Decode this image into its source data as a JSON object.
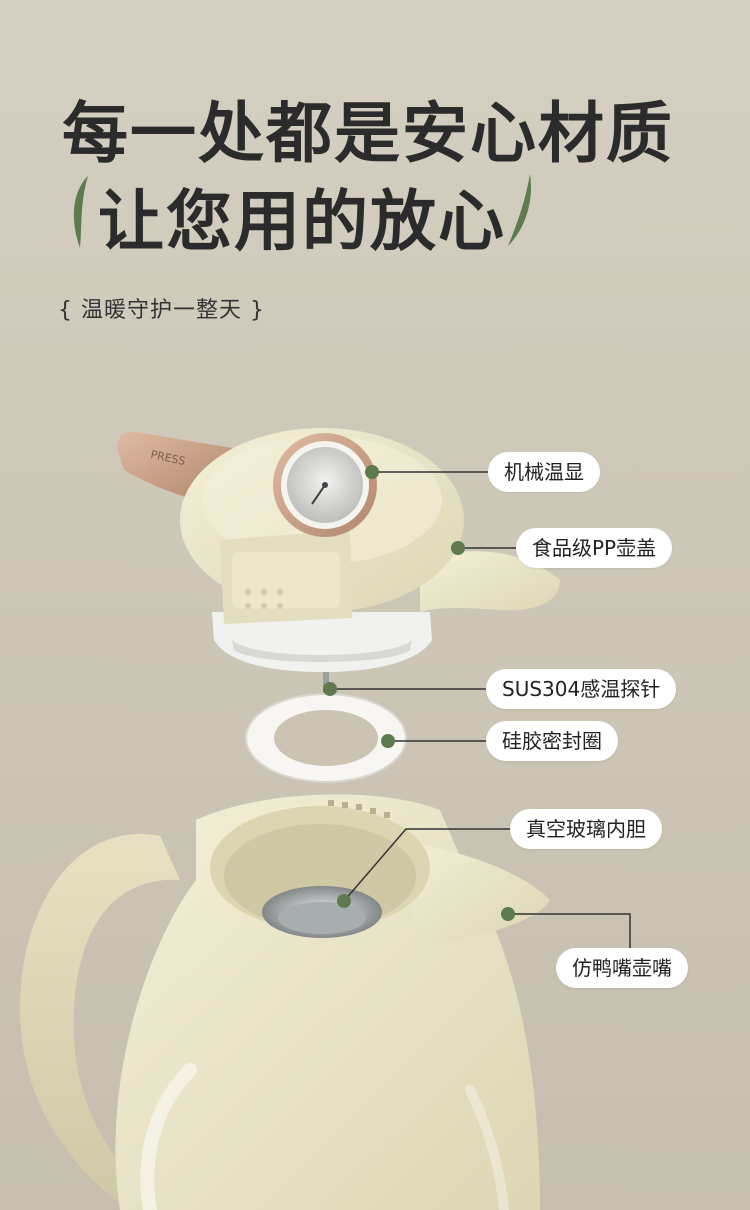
{
  "headline": "每一处都是安心材质",
  "subline": "让您用的放心",
  "tagline": "{ 温暖守护一整天 }",
  "lid_press_text": "PRESS",
  "callouts": [
    {
      "label": "机械温显"
    },
    {
      "label": "食品级PP壶盖"
    },
    {
      "label": "SUS304感温探针"
    },
    {
      "label": "硅胶密封圈"
    },
    {
      "label": "真空玻璃内胆"
    },
    {
      "label": "仿鸭嘴壶嘴"
    }
  ],
  "colors": {
    "background": "#cdc6b6",
    "accent_green": "#5e7a4e",
    "product_cream": "#ece7c8",
    "rose_gold": "#c79a7e"
  }
}
